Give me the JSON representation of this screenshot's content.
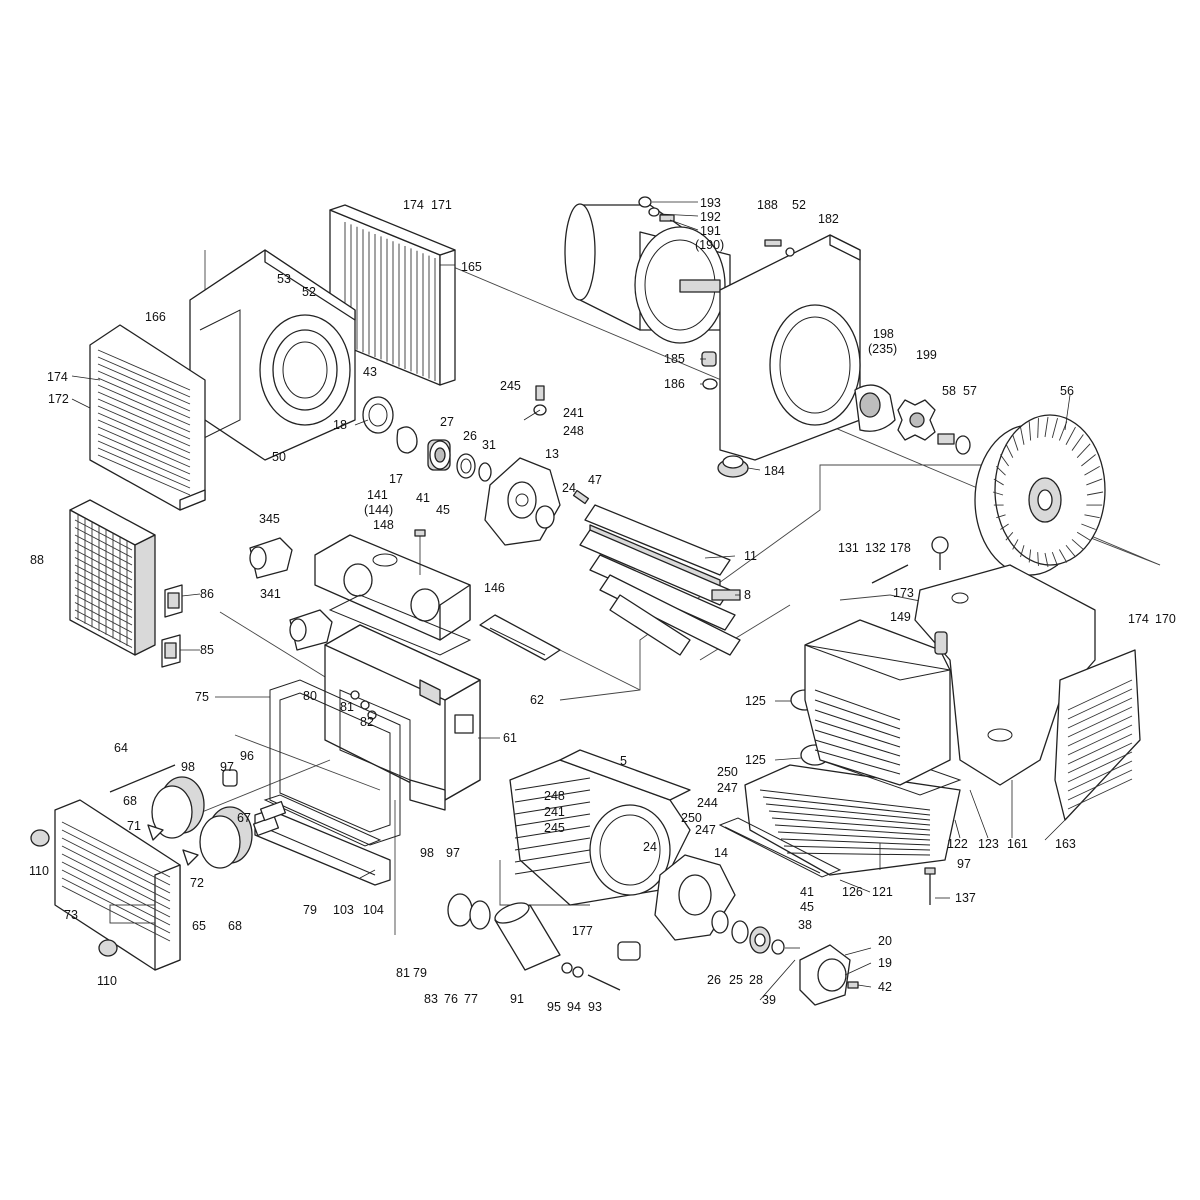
{
  "diagram": {
    "callouts": [
      {
        "id": "c193",
        "text": "193"
      },
      {
        "id": "c192",
        "text": "192"
      },
      {
        "id": "c191",
        "text": "191"
      },
      {
        "id": "c190",
        "text": "(190)"
      },
      {
        "id": "c188",
        "text": "188"
      },
      {
        "id": "c52a",
        "text": "52"
      },
      {
        "id": "c182",
        "text": "182"
      },
      {
        "id": "c174a",
        "text": "174"
      },
      {
        "id": "c171",
        "text": "171"
      },
      {
        "id": "c165",
        "text": "165"
      },
      {
        "id": "c53",
        "text": "53"
      },
      {
        "id": "c52b",
        "text": "52"
      },
      {
        "id": "c166",
        "text": "166"
      },
      {
        "id": "c174b",
        "text": "174"
      },
      {
        "id": "c172",
        "text": "172"
      },
      {
        "id": "c43",
        "text": "43"
      },
      {
        "id": "c18",
        "text": "18"
      },
      {
        "id": "c50",
        "text": "50"
      },
      {
        "id": "c17",
        "text": "17"
      },
      {
        "id": "c27",
        "text": "27"
      },
      {
        "id": "c26a",
        "text": "26"
      },
      {
        "id": "c31",
        "text": "31"
      },
      {
        "id": "c245a",
        "text": "245"
      },
      {
        "id": "c241a",
        "text": "241"
      },
      {
        "id": "c248a",
        "text": "248"
      },
      {
        "id": "c13",
        "text": "13"
      },
      {
        "id": "c185",
        "text": "185"
      },
      {
        "id": "c186",
        "text": "186"
      },
      {
        "id": "c198",
        "text": "198"
      },
      {
        "id": "c235",
        "text": "(235)"
      },
      {
        "id": "c199",
        "text": "199"
      },
      {
        "id": "c58",
        "text": "58"
      },
      {
        "id": "c57",
        "text": "57"
      },
      {
        "id": "c56",
        "text": "56"
      },
      {
        "id": "c184",
        "text": "184"
      },
      {
        "id": "c24a",
        "text": "24"
      },
      {
        "id": "c47",
        "text": "47"
      },
      {
        "id": "c41a",
        "text": "41"
      },
      {
        "id": "c45a",
        "text": "45"
      },
      {
        "id": "c11",
        "text": "11"
      },
      {
        "id": "c8",
        "text": "8"
      },
      {
        "id": "c141",
        "text": "141"
      },
      {
        "id": "c144",
        "text": "(144)"
      },
      {
        "id": "c148",
        "text": "148"
      },
      {
        "id": "c345",
        "text": "345"
      },
      {
        "id": "c88",
        "text": "88"
      },
      {
        "id": "c86",
        "text": "86"
      },
      {
        "id": "c341",
        "text": "341"
      },
      {
        "id": "c146",
        "text": "146"
      },
      {
        "id": "c85",
        "text": "85"
      },
      {
        "id": "c62",
        "text": "62"
      },
      {
        "id": "c131",
        "text": "131"
      },
      {
        "id": "c132",
        "text": "132"
      },
      {
        "id": "c178",
        "text": "178"
      },
      {
        "id": "c173",
        "text": "173"
      },
      {
        "id": "c149",
        "text": "149"
      },
      {
        "id": "c174c",
        "text": "174"
      },
      {
        "id": "c170",
        "text": "170"
      },
      {
        "id": "c75",
        "text": "75"
      },
      {
        "id": "c80",
        "text": "80"
      },
      {
        "id": "c81",
        "text": "81"
      },
      {
        "id": "c82",
        "text": "82"
      },
      {
        "id": "c61",
        "text": "61"
      },
      {
        "id": "c125a",
        "text": "125"
      },
      {
        "id": "c64",
        "text": "64"
      },
      {
        "id": "c96",
        "text": "96"
      },
      {
        "id": "c98a",
        "text": "98"
      },
      {
        "id": "c97a",
        "text": "97"
      },
      {
        "id": "c5",
        "text": "5"
      },
      {
        "id": "c250a",
        "text": "250"
      },
      {
        "id": "c247a",
        "text": "247"
      },
      {
        "id": "c244",
        "text": "244"
      },
      {
        "id": "c125b",
        "text": "125"
      },
      {
        "id": "c248b",
        "text": "248"
      },
      {
        "id": "c241b",
        "text": "241"
      },
      {
        "id": "c245b",
        "text": "245"
      },
      {
        "id": "c250b",
        "text": "250"
      },
      {
        "id": "c247b",
        "text": "247"
      },
      {
        "id": "c68a",
        "text": "68"
      },
      {
        "id": "c67",
        "text": "67"
      },
      {
        "id": "c24b",
        "text": "24"
      },
      {
        "id": "c71",
        "text": "71"
      },
      {
        "id": "c98b",
        "text": "98"
      },
      {
        "id": "c97b",
        "text": "97"
      },
      {
        "id": "c14",
        "text": "14"
      },
      {
        "id": "c122",
        "text": "122"
      },
      {
        "id": "c123",
        "text": "123"
      },
      {
        "id": "c161",
        "text": "161"
      },
      {
        "id": "c163",
        "text": "163"
      },
      {
        "id": "c110a",
        "text": "110"
      },
      {
        "id": "c72",
        "text": "72"
      },
      {
        "id": "c97c",
        "text": "97"
      },
      {
        "id": "c79",
        "text": "79"
      },
      {
        "id": "c103",
        "text": "103"
      },
      {
        "id": "c104",
        "text": "104"
      },
      {
        "id": "c41b",
        "text": "41"
      },
      {
        "id": "c126",
        "text": "126"
      },
      {
        "id": "c121",
        "text": "121"
      },
      {
        "id": "c45b",
        "text": "45"
      },
      {
        "id": "c137",
        "text": "137"
      },
      {
        "id": "c73",
        "text": "73"
      },
      {
        "id": "c65",
        "text": "65"
      },
      {
        "id": "c68b",
        "text": "68"
      },
      {
        "id": "c177",
        "text": "177"
      },
      {
        "id": "c38",
        "text": "38"
      },
      {
        "id": "c20",
        "text": "20"
      },
      {
        "id": "c19",
        "text": "19"
      },
      {
        "id": "c42",
        "text": "42"
      },
      {
        "id": "c110b",
        "text": "110"
      },
      {
        "id": "c81b",
        "text": "81"
      },
      {
        "id": "c79b",
        "text": "79"
      },
      {
        "id": "c83",
        "text": "83"
      },
      {
        "id": "c76",
        "text": "76"
      },
      {
        "id": "c77",
        "text": "77"
      },
      {
        "id": "c91",
        "text": "91"
      },
      {
        "id": "c95",
        "text": "95"
      },
      {
        "id": "c94",
        "text": "94"
      },
      {
        "id": "c93",
        "text": "93"
      },
      {
        "id": "c26b",
        "text": "26"
      },
      {
        "id": "c25",
        "text": "25"
      },
      {
        "id": "c28",
        "text": "28"
      },
      {
        "id": "c39",
        "text": "39"
      }
    ]
  }
}
